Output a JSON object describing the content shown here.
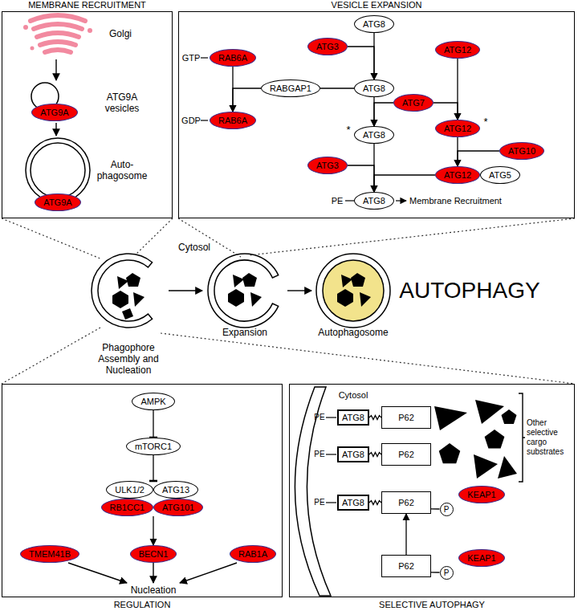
{
  "diagram": {
    "nodes": [
      {
        "text": [
          "MEMBRANE RECRUITMENT"
        ]
      },
      {
        "text": [
          "ATG9A"
        ],
        "in": 0
      },
      {
        "text": [
          "ATG9A"
        ],
        "in": 0
      },
      {
        "text": [
          "VESICLE EXPANSION"
        ]
      },
      {
        "text": [
          "ATG8"
        ],
        "in": 3
      },
      {
        "text": [
          "ATG3"
        ],
        "in": 3
      },
      {
        "text": [
          "RAB6A"
        ],
        "in": 3
      },
      {
        "text": [
          "RABGAP1"
        ],
        "in": 3
      },
      {
        "text": [
          "ATG8"
        ],
        "in": 3
      },
      {
        "text": [
          "ATG12"
        ],
        "in": 3
      },
      {
        "text": [
          "ATG7"
        ],
        "in": 3
      },
      {
        "text": [
          "ATG12"
        ],
        "in": 3
      },
      {
        "text": [
          "ATG8"
        ],
        "in": 3
      },
      {
        "text": [
          "RAB6A"
        ],
        "in": 3
      },
      {
        "text": [
          "ATG10"
        ],
        "in": 3
      },
      {
        "text": [
          "ATG12"
        ],
        "in": 3
      },
      {
        "text": [
          "ATG5"
        ],
        "in": 3
      },
      {
        "text": [
          "ATG3"
        ],
        "in": 3
      },
      {
        "text": [
          "ATG8"
        ],
        "in": 3
      },
      {
        "text": [
          "REGULATION"
        ]
      },
      {
        "text": [
          "AMPK"
        ],
        "in": 19
      },
      {
        "text": [
          "mTORC1"
        ],
        "in": 19
      },
      {
        "text": [
          "ULK1/2"
        ],
        "in": 19
      },
      {
        "text": [
          "ATG13"
        ],
        "in": 19
      },
      {
        "text": [
          "RB1CC1"
        ],
        "in": 19
      },
      {
        "text": [
          "ATG101"
        ],
        "in": 19
      },
      {
        "text": [
          "TMEM41B"
        ],
        "in": 19
      },
      {
        "text": [
          "BECN1"
        ],
        "in": 19
      },
      {
        "text": [
          "RAB1A"
        ],
        "in": 19
      },
      {
        "text": [
          "SELECTIVE AUTOPHAGY"
        ]
      },
      {
        "text": [
          "ATG8"
        ],
        "in": 29
      },
      {
        "text": [
          "P62"
        ],
        "in": 29
      },
      {
        "text": [
          "ATG8"
        ],
        "in": 29
      },
      {
        "text": [
          "P62"
        ],
        "in": 29
      },
      {
        "text": [
          "ATG8"
        ],
        "in": 29
      },
      {
        "text": [
          "P62"
        ],
        "in": 29
      },
      {
        "text": [
          "P"
        ],
        "in": 29
      },
      {
        "text": [
          "KEAP1"
        ],
        "in": 29
      },
      {
        "text": [
          "P62"
        ],
        "in": 29
      },
      {
        "text": [
          "P"
        ],
        "in": 29
      },
      {
        "text": [
          "KEAP1"
        ],
        "in": 29
      }
    ],
    "edges": [
      {
        "from": 4,
        "to": 8,
        "arrow": "to"
      },
      {
        "from": 5,
        "to": 8,
        "arrow": "to"
      },
      {
        "from": 7,
        "to": 8,
        "arrow": "none"
      },
      {
        "from": 6,
        "to": 13,
        "arrow": "to"
      },
      {
        "from": 7,
        "to": 13,
        "arrow": "to"
      },
      {
        "from": 8,
        "to": 12,
        "arrow": "to"
      },
      {
        "from": 10,
        "to": 12,
        "arrow": "to"
      },
      {
        "from": 9,
        "to": 11,
        "arrow": "to"
      },
      {
        "from": 10,
        "to": 11,
        "arrow": "to"
      },
      {
        "from": 11,
        "to": 15,
        "arrow": "to"
      },
      {
        "from": 14,
        "to": 15,
        "arrow": "to"
      },
      {
        "from": 12,
        "to": 18,
        "arrow": "to"
      },
      {
        "from": 17,
        "to": 18,
        "arrow": "to"
      },
      {
        "from": 15,
        "to": 18,
        "arrow": "to"
      },
      {
        "from": 20,
        "to": 21,
        "arrow": "to"
      },
      {
        "from": 21,
        "to": 22,
        "arrow": "to"
      },
      {
        "from": 24,
        "to": 27,
        "arrow": "to"
      },
      {
        "from": 30,
        "to": 31,
        "arrow": "none"
      },
      {
        "from": 32,
        "to": 33,
        "arrow": "none"
      },
      {
        "from": 34,
        "to": 35,
        "arrow": "none"
      },
      {
        "from": 35,
        "to": 36,
        "arrow": "none"
      },
      {
        "from": 38,
        "to": 39,
        "arrow": "none"
      },
      {
        "from": 38,
        "to": 35,
        "arrow": "to"
      }
    ],
    "labels": [
      "Golgi",
      "ATG9A vesicles",
      "Auto-phagosome",
      "GTP",
      "GDP",
      "*",
      "*",
      "PE",
      "Membrane Recruitment",
      "Cytosol",
      "Phagophore Assembly and Nucleation",
      "Expansion",
      "Autophagosome",
      "AUTOPHAGY",
      "Nucleation",
      "Cytosol",
      "PE",
      "PE",
      "PE",
      "Other selective cargo substrates"
    ]
  }
}
